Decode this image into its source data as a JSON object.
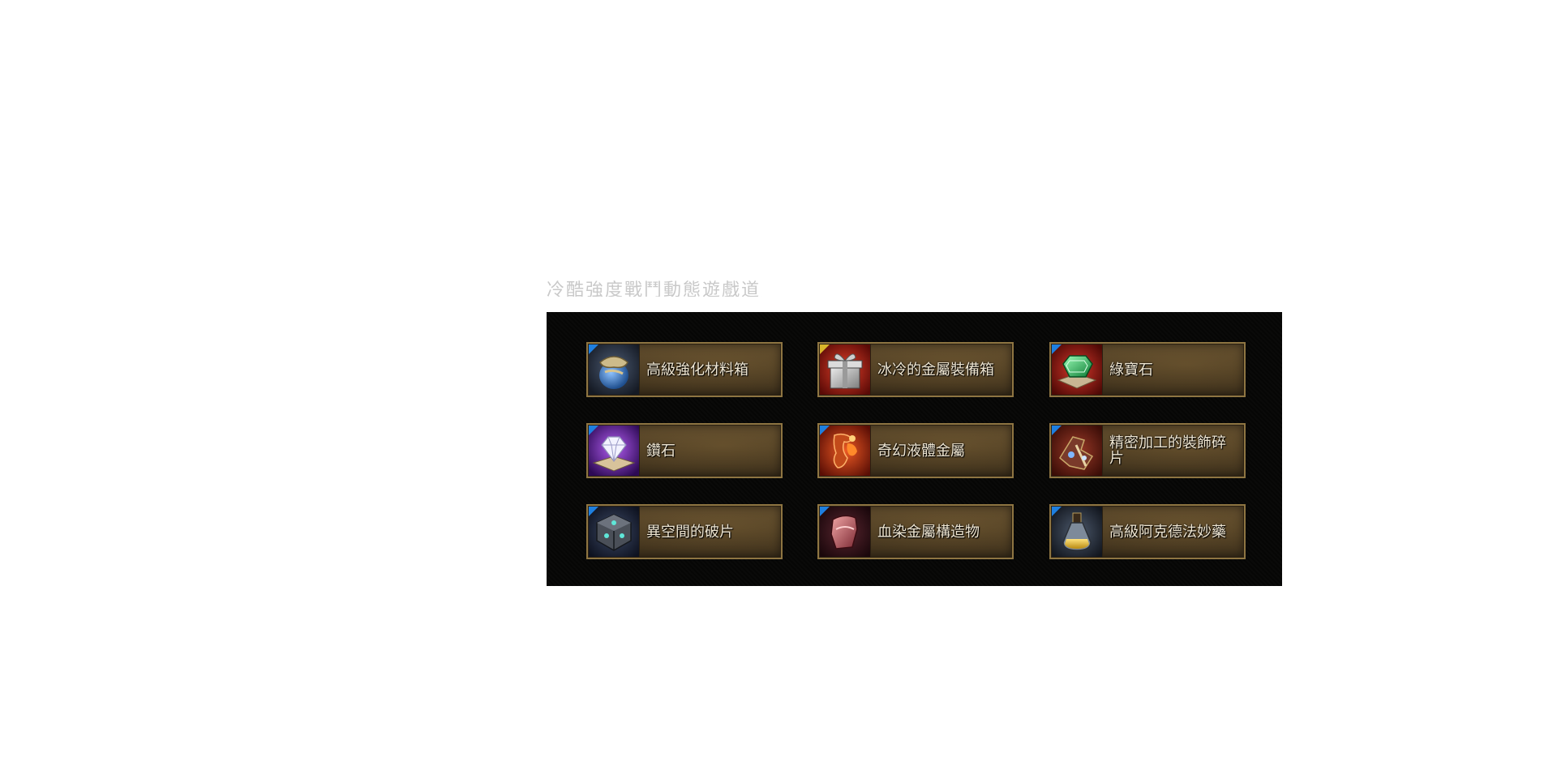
{
  "caption": "冷酷強度戰鬥動態遊戲道具",
  "items": [
    {
      "label": "高級強化材料箱",
      "icon": "material-bag-icon",
      "badge": "#1e7fe0"
    },
    {
      "label": "冰冷的金屬裝備箱",
      "icon": "gift-box-icon",
      "badge": "#d9b52a"
    },
    {
      "label": "綠寶石",
      "icon": "emerald-icon",
      "badge": "#1e7fe0"
    },
    {
      "label": "鑽石",
      "icon": "diamond-icon",
      "badge": "#1e7fe0"
    },
    {
      "label": "奇幻液體金屬",
      "icon": "liquid-metal-icon",
      "badge": "#1e7fe0"
    },
    {
      "label": "精密加工的裝飾碎片",
      "icon": "ornament-fragment-icon",
      "badge": "#1e7fe0"
    },
    {
      "label": "異空間的破片",
      "icon": "void-cube-icon",
      "badge": "#1e7fe0"
    },
    {
      "label": "血染金屬構造物",
      "icon": "blood-metal-icon",
      "badge": "#1e7fe0"
    },
    {
      "label": "高級阿克德法妙藥",
      "icon": "elixir-icon",
      "badge": "#1e7fe0"
    }
  ]
}
